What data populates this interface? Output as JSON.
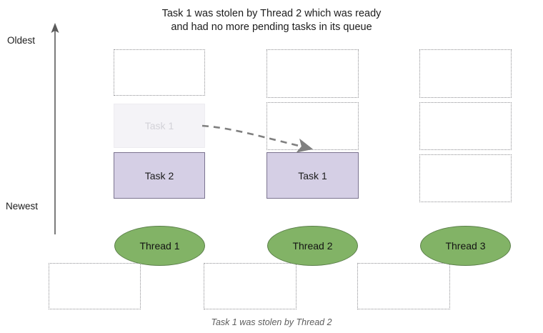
{
  "diagram": {
    "title": "Task 1 was stolen by Thread 2 which was ready\nand had no more pending tasks in its queue",
    "caption": "Task 1 was stolen by Thread 2",
    "background_color": "#ffffff"
  },
  "axis": {
    "top_label": "Oldest",
    "bottom_label": "Newest",
    "direction": "up",
    "line_color": "#5a5a5a"
  },
  "colors": {
    "task_fill": "#d5cfe5",
    "task_border": "#7c7490",
    "task_ghost_fill": "#f4f3f7",
    "task_ghost_text": "#d3d2d8",
    "thread_fill": "#82b366",
    "thread_border": "#5b7f4a",
    "empty_slot_border": "#8f8f93",
    "arrow_color": "#808080",
    "caption_color": "#5d5d5d"
  },
  "queues": [
    {
      "thread_label": "Thread 1",
      "slots": [
        {
          "state": "empty",
          "label": ""
        },
        {
          "state": "ghost",
          "label": "Task 1"
        },
        {
          "state": "filled",
          "label": "Task 2"
        }
      ]
    },
    {
      "thread_label": "Thread 2",
      "slots": [
        {
          "state": "empty",
          "label": ""
        },
        {
          "state": "empty",
          "label": ""
        },
        {
          "state": "filled",
          "label": "Task 1"
        }
      ]
    },
    {
      "thread_label": "Thread 3",
      "slots": [
        {
          "state": "empty",
          "label": ""
        },
        {
          "state": "empty",
          "label": ""
        },
        {
          "state": "empty",
          "label": ""
        }
      ]
    }
  ],
  "lower_slots": [
    {
      "state": "empty",
      "label": ""
    },
    {
      "state": "empty",
      "label": ""
    },
    {
      "state": "empty",
      "label": ""
    }
  ],
  "arrow": {
    "label": "steal-arrow",
    "from": "Thread 1 Task 1 slot",
    "to": "Thread 2 Task 1 slot",
    "style": "dashed-curved"
  }
}
